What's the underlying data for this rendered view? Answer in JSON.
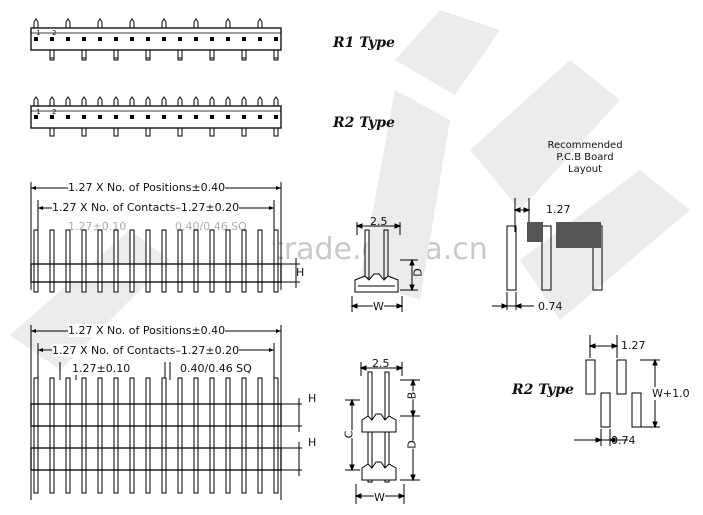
{
  "labels": {
    "r1_type": "R1 Type",
    "r2_type_top": "R2 Type",
    "r2_type_pcb": "R2 Type",
    "recommended": [
      "Recommended",
      "P.C.B Board",
      "Layout"
    ],
    "watermark": "trade.china.cn"
  },
  "dims_upper": {
    "positions": "1.27 X No. of Positions±0.40",
    "contacts": "1.27 X No. of Contacts–1.27±0.20",
    "pitch": "1.27±0.10",
    "sq": "0.40/0.46 SQ",
    "h": "H",
    "w": "W",
    "d": "D",
    "width": "2.5"
  },
  "dims_lower": {
    "positions": "1.27 X No. of Positions±0.40",
    "contacts": "1.27 X No. of Contacts–1.27±0.20",
    "pitch": "1.27±0.10",
    "sq": "0.40/0.46 SQ",
    "h1": "H",
    "h2": "H",
    "w": "W",
    "b": "B",
    "c": "C",
    "d": "D",
    "width": "2.5"
  },
  "pcb_r1": {
    "pitch": "1.27",
    "pad": "0.74"
  },
  "pcb_r2": {
    "pitch": "1.27",
    "span": "W+1.0",
    "pad": "0.74"
  },
  "pin_numbers": {
    "r1": [
      "1",
      "2"
    ],
    "r2": [
      "1",
      "2"
    ]
  },
  "pin_count": 16
}
